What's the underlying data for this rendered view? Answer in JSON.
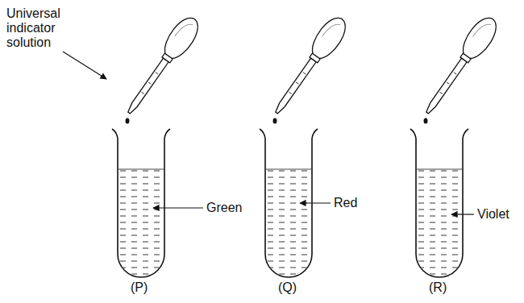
{
  "diagram": {
    "labels": [
      "Universal indicator solution",
      "Green",
      "Red",
      "Violet",
      "(P)",
      "(Q)",
      "(R)"
    ]
  }
}
